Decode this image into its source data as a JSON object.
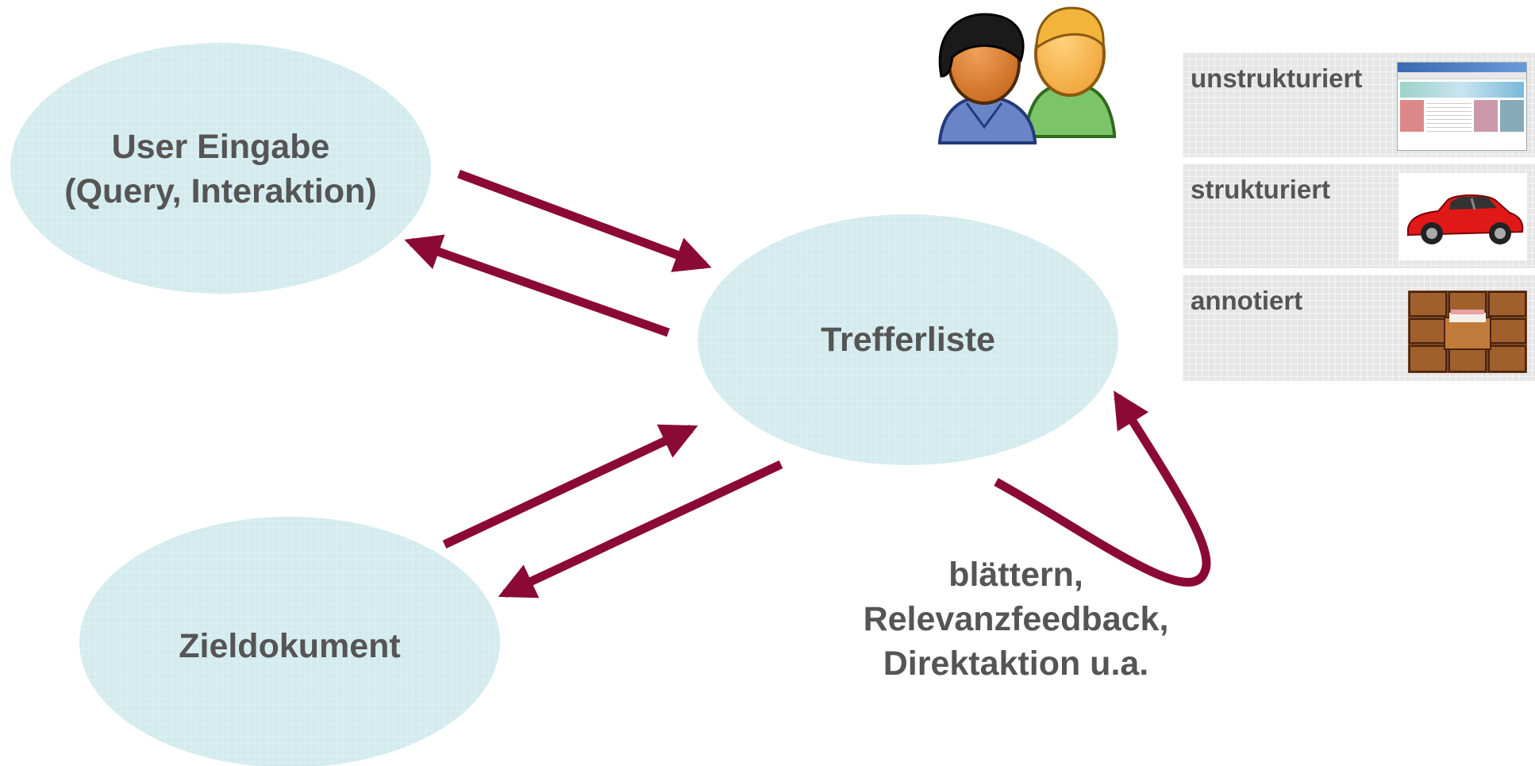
{
  "nodes": {
    "user_input": "User Eingabe\n(Query, Interaktion)",
    "result_list": "Trefferliste",
    "target_document": "Zieldokument"
  },
  "loop_label": "blättern,\nRelevanzfeedback,\nDirektaktion u.a.",
  "categories": [
    {
      "label": "unstrukturiert",
      "thumbnail": "webpage-screenshot"
    },
    {
      "label": "strukturiert",
      "thumbnail": "red-car"
    },
    {
      "label": "annotiert",
      "thumbnail": "card-catalog-drawers"
    }
  ],
  "icons": {
    "users": "users-icon"
  },
  "colors": {
    "ellipse_fill": "#d6ecef",
    "arrow": "#8b0a35",
    "text": "#555555",
    "panel": "#e6e6e6"
  }
}
